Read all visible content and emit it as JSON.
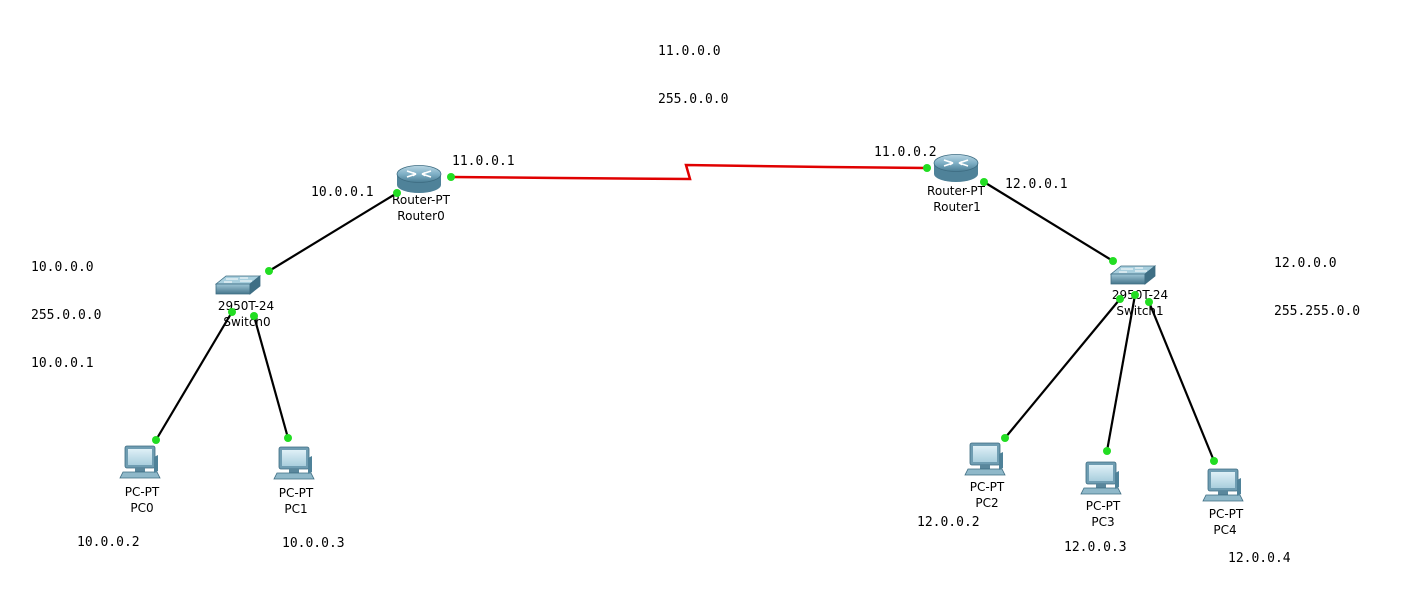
{
  "colors": {
    "background": "#ffffff",
    "ethernet_link": "#000000",
    "serial_link": "#e00000",
    "port_up": "#22dd22",
    "device_body": "#5b8fa8"
  },
  "notes": {
    "wan_network": "11.0.0.0",
    "wan_mask": "255.0.0.0",
    "left_network": "10.0.0.0",
    "left_mask": "255.0.0.0",
    "left_gateway": "10.0.0.1",
    "right_network": "12.0.0.0",
    "right_mask": "255.255.0.0"
  },
  "routers": {
    "r0": {
      "type": "Router-PT",
      "name": "Router0",
      "ip_wan": "11.0.0.1",
      "ip_lan": "10.0.0.1",
      "icon": "router-icon"
    },
    "r1": {
      "type": "Router-PT",
      "name": "Router1",
      "ip_wan": "11.0.0.2",
      "ip_lan": "12.0.0.1",
      "icon": "router-icon"
    }
  },
  "switches": {
    "s0": {
      "type": "2950T-24",
      "name": "Switch0",
      "icon": "switch-icon"
    },
    "s1": {
      "type": "2950T-24",
      "name": "Switch1",
      "icon": "switch-icon"
    }
  },
  "pcs": {
    "pc0": {
      "type": "PC-PT",
      "name": "PC0",
      "ip": "10.0.0.2",
      "icon": "pc-icon"
    },
    "pc1": {
      "type": "PC-PT",
      "name": "PC1",
      "ip": "10.0.0.3",
      "icon": "pc-icon"
    },
    "pc2": {
      "type": "PC-PT",
      "name": "PC2",
      "ip": "12.0.0.2",
      "icon": "pc-icon"
    },
    "pc3": {
      "type": "PC-PT",
      "name": "PC3",
      "ip": "12.0.0.3",
      "icon": "pc-icon"
    },
    "pc4": {
      "type": "PC-PT",
      "name": "PC4",
      "ip": "12.0.0.4",
      "icon": "pc-icon"
    }
  }
}
